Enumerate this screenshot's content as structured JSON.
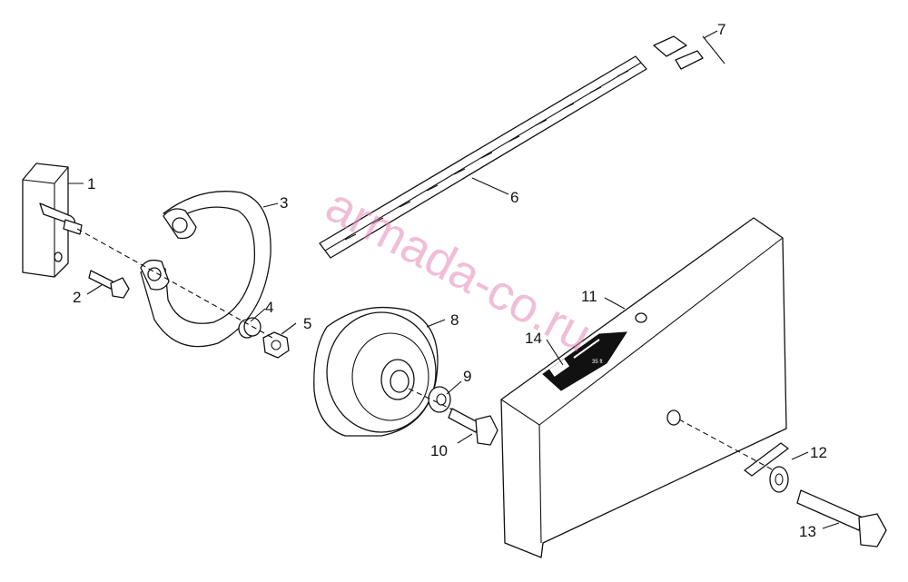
{
  "watermark": "armada-co.ru",
  "callouts": [
    "1",
    "2",
    "3",
    "4",
    "5",
    "6",
    "7",
    "8",
    "9",
    "10",
    "11",
    "12",
    "13",
    "14"
  ],
  "decal": {
    "side_text": "35 ft"
  }
}
